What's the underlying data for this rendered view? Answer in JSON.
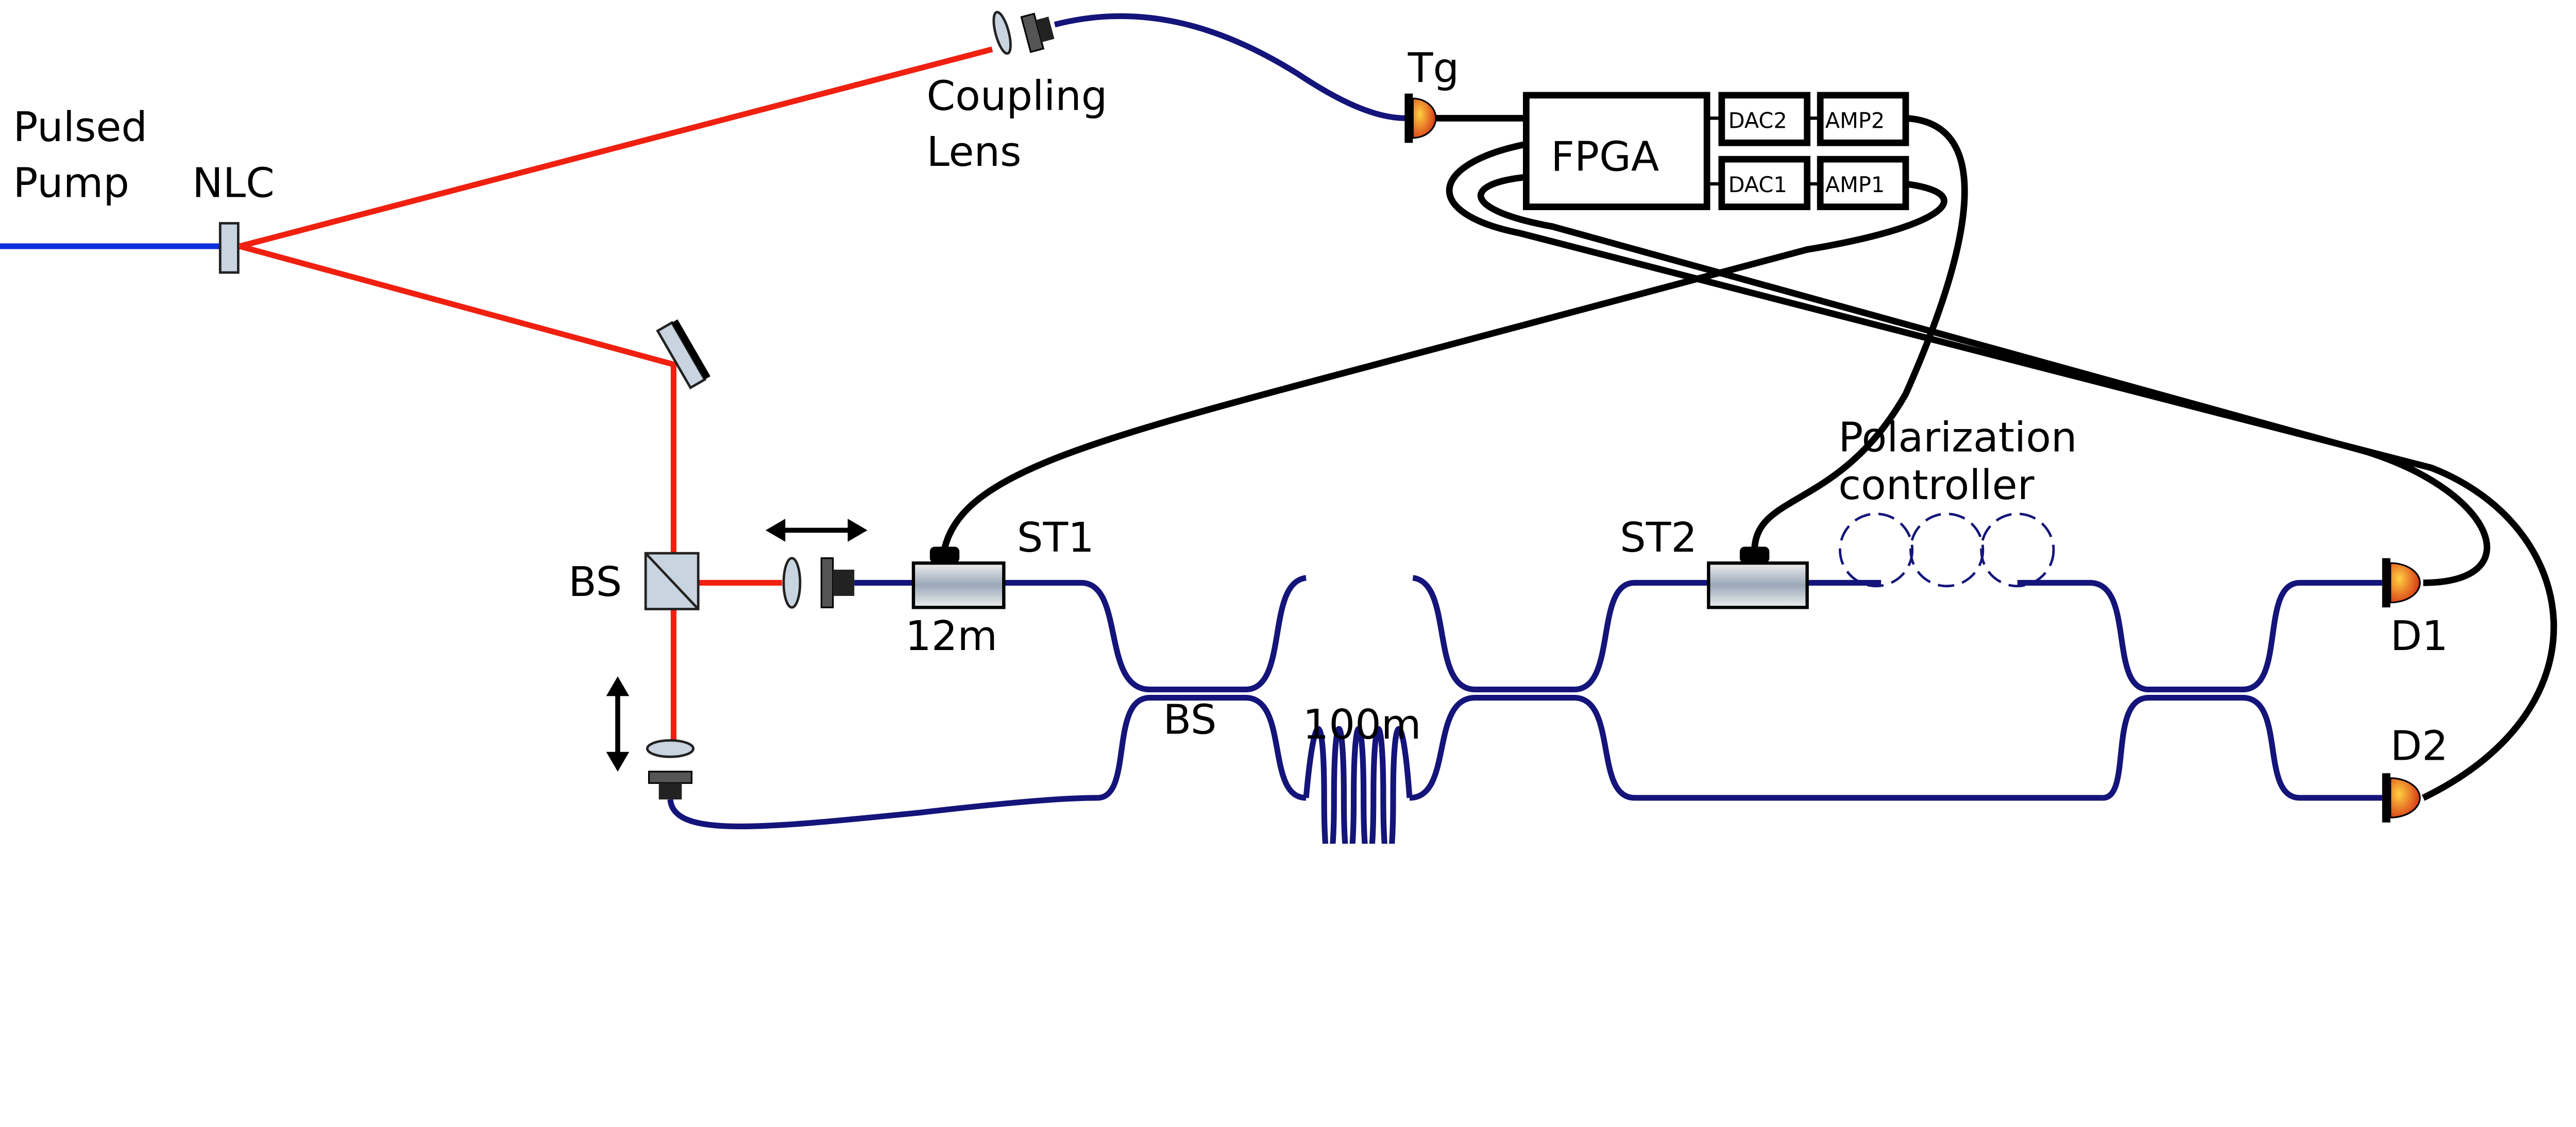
{
  "labels": {
    "pulsed": "Pulsed",
    "pump": "Pump",
    "nlc": "NLC",
    "coupling": "Coupling",
    "lens": "Lens",
    "tg": "Tg",
    "fpga": "FPGA",
    "dac2": "DAC2",
    "amp2": "AMP2",
    "dac1": "DAC1",
    "amp1": "AMP1",
    "polarization": "Polarization",
    "controller": "controller",
    "st1": "ST1",
    "st2": "ST2",
    "bs1": "BS",
    "bs2": "BS",
    "len12": "12m",
    "len100": "100m",
    "d1": "D1",
    "d2": "D2"
  },
  "colors": {
    "pump": "#1030e0",
    "beam": "#f02010",
    "fiber": "#14147a",
    "cable": "#000000",
    "detector": "#e07010"
  }
}
